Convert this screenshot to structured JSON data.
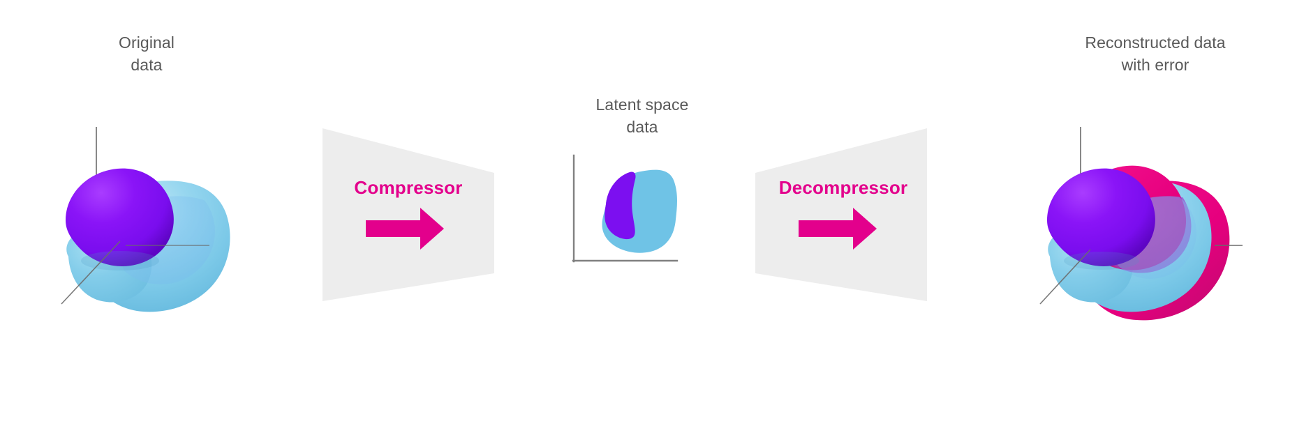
{
  "diagram": {
    "title_semantics": "autoencoder-compression-pipeline",
    "background_color": "#ffffff"
  },
  "labels": {
    "original": "Original\ndata",
    "latent": "Latent space\ndata",
    "reconstructed": "Reconstructed data\nwith error",
    "text_color": "#595959"
  },
  "blocks": [
    {
      "id": "compressor",
      "label": "Compressor",
      "arrow": "right-arrow-icon",
      "direction": "narrowing",
      "fill": "#ededed",
      "label_color": "#E3008C",
      "arrow_color": "#E3008C"
    },
    {
      "id": "decompressor",
      "label": "Decompressor",
      "arrow": "right-arrow-icon",
      "direction": "widening",
      "fill": "#ededed",
      "label_color": "#E3008C",
      "arrow_color": "#E3008C"
    }
  ],
  "colors": {
    "cyan_blob": "#7CC9E8",
    "cyan_blob_light": "#A8DEF1",
    "cyan_blob_dark": "#5EAFD8",
    "purple_sphere": "#7C0FF0",
    "purple_sphere_light": "#A33BFF",
    "purple_sphere_dark": "#5A03C0",
    "magenta_error": "#E6007E",
    "magenta_error_dark": "#B8316F",
    "axis_line": "#6b6b6b",
    "block_fill": "#ededed",
    "accent": "#E3008C"
  },
  "figures": {
    "original": {
      "name": "original-data-3d-plot",
      "axes": [
        "vertical-axis",
        "horizontal-axis",
        "depth-axis"
      ],
      "shapes": [
        "cyan-blob",
        "purple-sphere"
      ]
    },
    "latent": {
      "name": "latent-space-2d-plot",
      "axes": [
        "vertical-axis",
        "horizontal-axis"
      ],
      "shapes": [
        "cyan-region",
        "purple-region"
      ]
    },
    "reconstructed": {
      "name": "reconstructed-data-3d-plot",
      "axes": [
        "vertical-axis",
        "horizontal-axis",
        "depth-axis"
      ],
      "shapes": [
        "magenta-error-layer",
        "cyan-blob",
        "purple-sphere"
      ]
    }
  }
}
